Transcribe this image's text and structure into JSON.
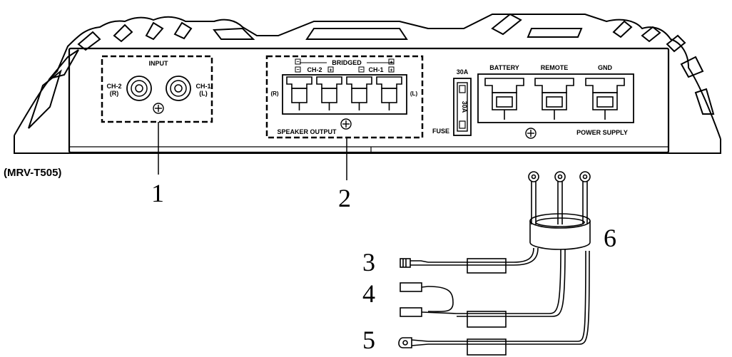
{
  "model": "(MRV-T505)",
  "input": {
    "title": "INPUT",
    "ch2": "CH-2",
    "ch2_side": "(R)",
    "ch1": "CH-1",
    "ch1_side": "(L)"
  },
  "speaker": {
    "bridged": "BRIDGED",
    "ch2": "CH-2",
    "ch1": "CH-1",
    "left_side": "(R)",
    "right_side": "(L)",
    "title": "SPEAKER OUTPUT",
    "minus": "−",
    "plus": "+"
  },
  "fuse": {
    "rating": "30A",
    "body_text": "30A",
    "label": "FUSE"
  },
  "power": {
    "battery": "BATTERY",
    "remote": "REMOTE",
    "gnd": "GND",
    "title": "POWER SUPPLY"
  },
  "callouts": [
    "1",
    "2",
    "3",
    "4",
    "5",
    "6"
  ]
}
